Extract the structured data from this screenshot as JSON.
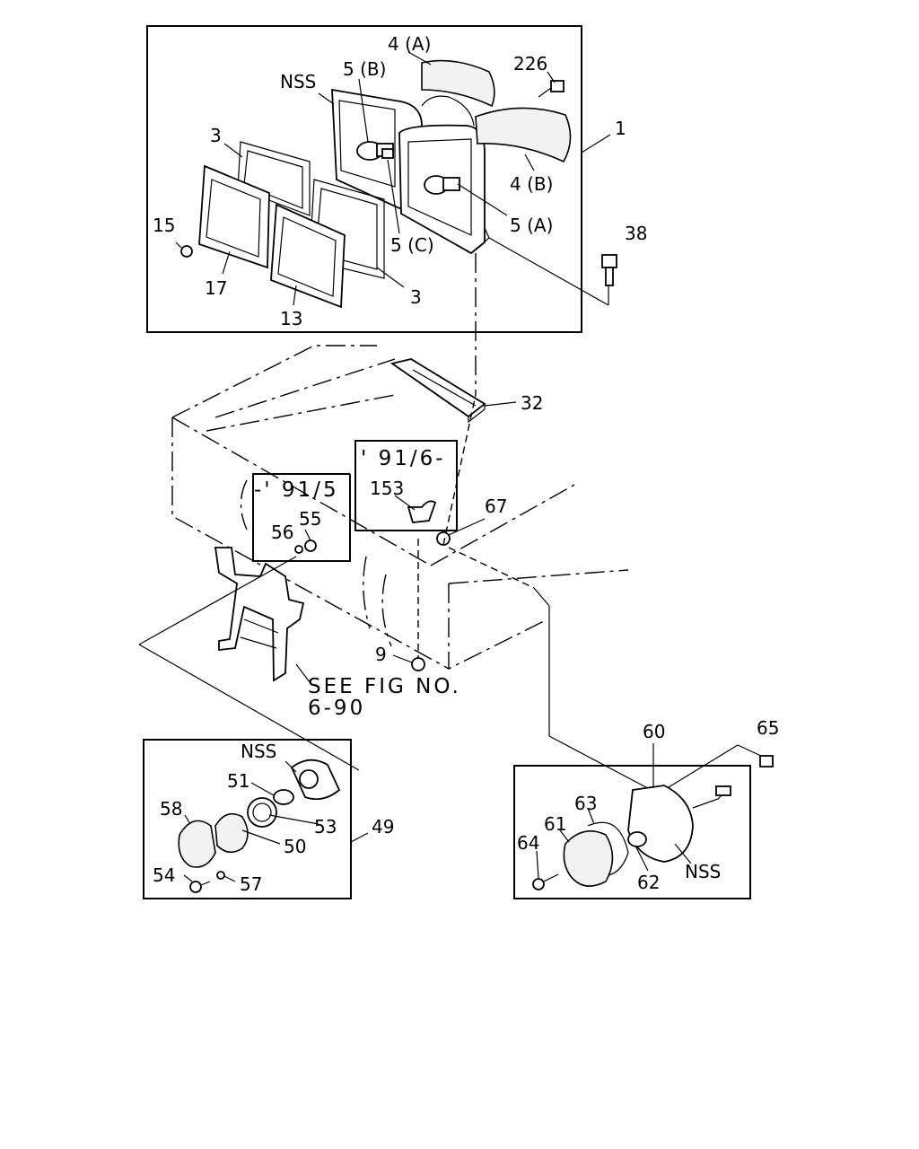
{
  "labels": {
    "p1": "1",
    "p3a": "3",
    "p3b": "3",
    "p4a": "4 (A)",
    "p4b": "4 (B)",
    "p5a": "5 (A)",
    "p5b": "5 (B)",
    "p5c": "5 (C)",
    "p9": "9",
    "p13": "13",
    "p15": "15",
    "p17": "17",
    "p32": "32",
    "p38": "38",
    "p49": "49",
    "p50": "50",
    "p51": "51",
    "p53": "53",
    "p54": "54",
    "p55": "55",
    "p56": "56",
    "p57": "57",
    "p58": "58",
    "p60": "60",
    "p61": "61",
    "p62": "62",
    "p63": "63",
    "p64": "64",
    "p65": "65",
    "p67": "67",
    "p153": "153",
    "p226": "226",
    "nss_top": "NSS",
    "nss_left": "NSS",
    "nss_right": "NSS"
  },
  "notes": {
    "before": "-' 91/5",
    "after": "' 91/6-",
    "see_fig_line1": "SEE  FIG  NO.",
    "see_fig_line2": "6-90"
  }
}
